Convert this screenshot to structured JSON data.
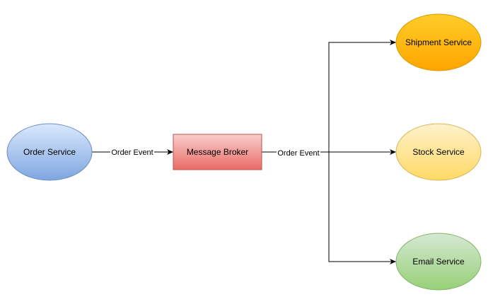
{
  "nodes": {
    "order_service": {
      "label": "Order Service"
    },
    "message_broker": {
      "label": "Message Broker"
    },
    "shipment_service": {
      "label": "Shipment Service"
    },
    "stock_service": {
      "label": "Stock Service"
    },
    "email_service": {
      "label": "Email Service"
    }
  },
  "edges": {
    "order_to_broker": {
      "label": "Order Event"
    },
    "broker_to_services": {
      "label": "Order Event"
    }
  }
}
